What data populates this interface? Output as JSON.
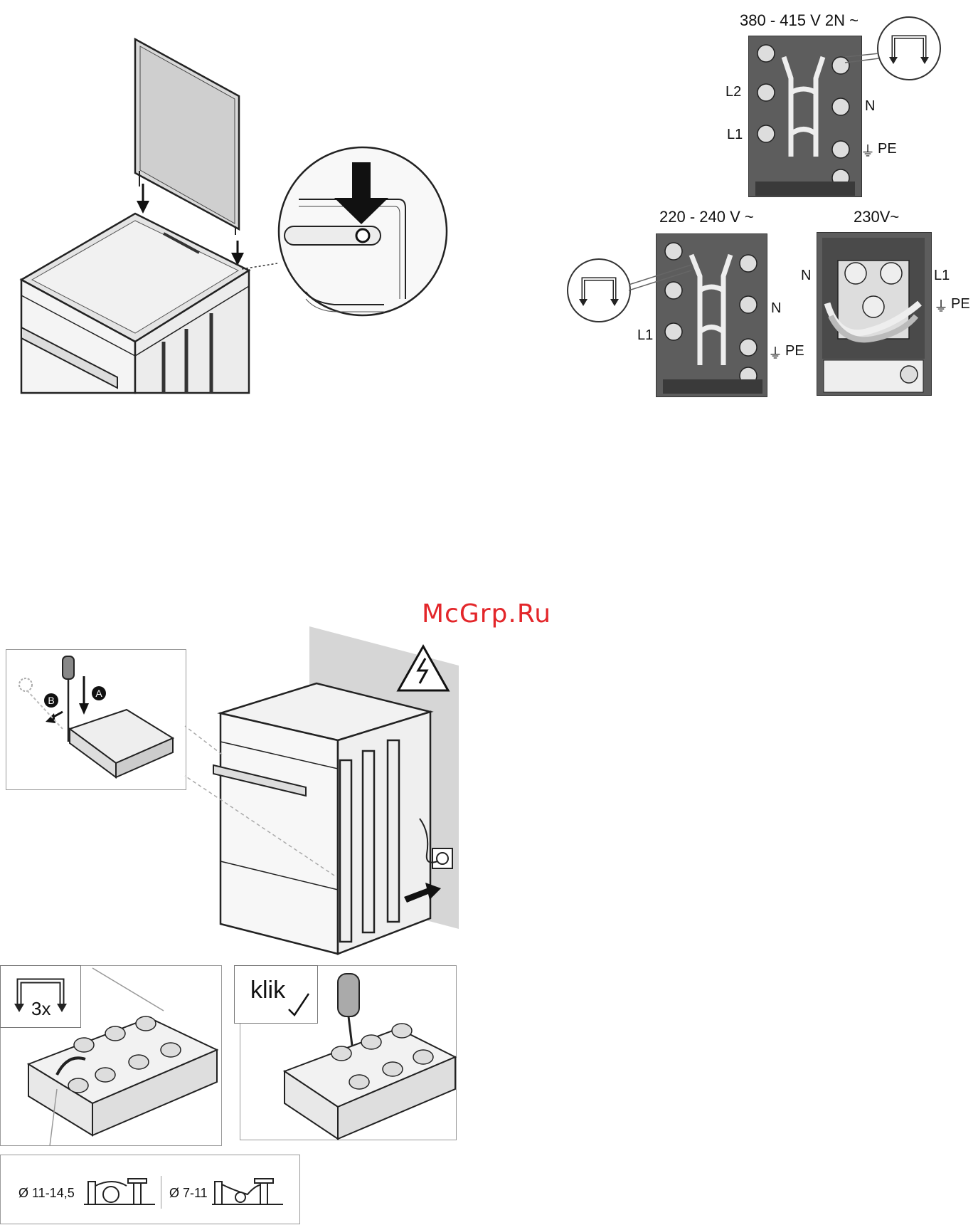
{
  "watermark": "McGrp.Ru",
  "wiring": {
    "three_phase": {
      "title": "380 - 415 V 2N ~",
      "label_l2": "L2",
      "label_l1": "L1",
      "label_n": "N",
      "label_pe": "PE"
    },
    "single_phase_bridge": {
      "title": "220 - 240 V ~",
      "label_l1": "L1",
      "label_n": "N",
      "label_pe": "PE"
    },
    "single_phase_230": {
      "title": "230V~",
      "label_n": "N",
      "label_l1": "L1",
      "label_pe": "PE"
    }
  },
  "steps": {
    "step_a": "A",
    "step_b": "B",
    "bridge_count": "3x",
    "click_label": "klik",
    "cable_diameter_large": "Ø 11-14,5",
    "cable_diameter_small": "Ø 7-11"
  }
}
